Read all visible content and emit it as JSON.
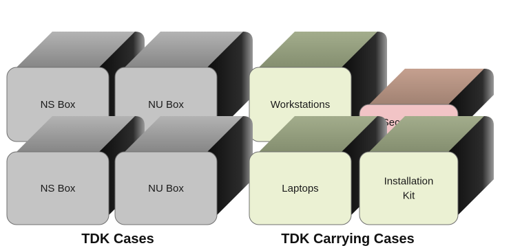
{
  "colors": {
    "grey_box": "#c4c4c4",
    "grey_top": "#8f8f8f",
    "green_box": "#ebf1d3",
    "green_top": "#8e987a",
    "pink_box": "#f2c4c6",
    "pink_top": "#a9887a",
    "side_dark": "#1a1a1a",
    "outline": "#6f6f6f"
  },
  "groups": [
    {
      "label": "TDK Cases",
      "boxes": [
        {
          "label": "NS Box",
          "color": "grey"
        },
        {
          "label": "NU Box",
          "color": "grey"
        },
        {
          "label": "NS Box",
          "color": "grey"
        },
        {
          "label": "NU Box",
          "color": "grey"
        }
      ]
    },
    {
      "label": "TDK Carrying Cases",
      "boxes": [
        {
          "label": "Workstations",
          "color": "green"
        },
        {
          "label": "Secure Box",
          "color": "pink"
        },
        {
          "label": "Laptops",
          "color": "green"
        },
        {
          "label": "Installation Kit",
          "label_lines": [
            "Installation",
            "Kit"
          ],
          "color": "green"
        }
      ]
    }
  ]
}
